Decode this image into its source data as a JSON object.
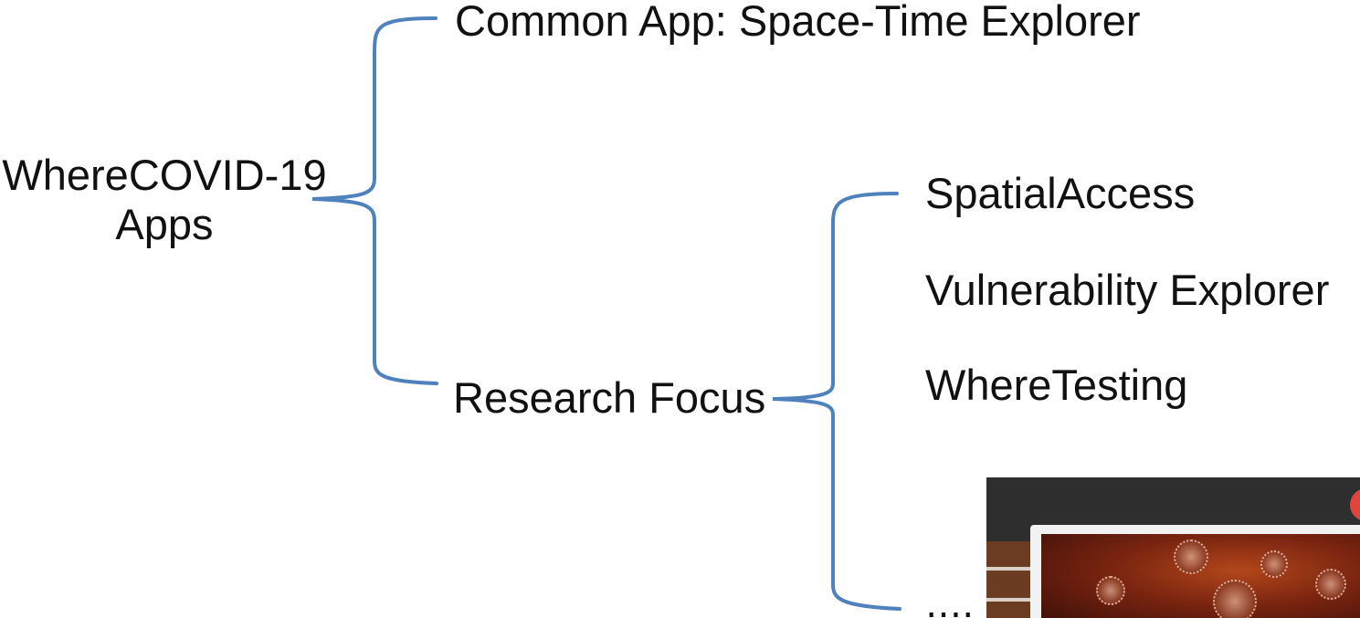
{
  "root": {
    "line1": "WhereCOVID-19",
    "line2": "Apps"
  },
  "branches": {
    "common_app": "Common App: Space-Time Explorer",
    "research_focus": "Research Focus"
  },
  "research_items": [
    "SpatialAccess",
    "Vulnerability Explorer",
    "WhereTesting"
  ],
  "colors": {
    "brace": "#4f81bd",
    "text": "#111111"
  }
}
